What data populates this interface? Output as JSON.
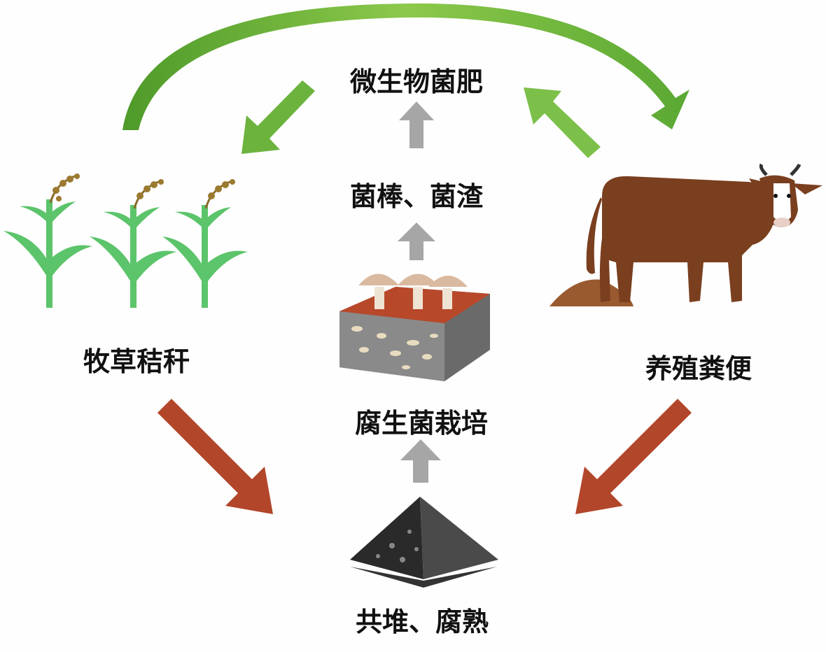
{
  "labels": {
    "fertilizer": "微生物菌肥",
    "spent_substrate": "菌棒、菌渣",
    "straw": "牧草秸秆",
    "cultivation": "腐生菌栽培",
    "manure": "养殖粪便",
    "compost": "共堆、腐熟"
  },
  "colors": {
    "green_arrow": "#6cb33e",
    "gray_arrow": "#a6a6a6",
    "red_arrow": "#b2462a",
    "plant": "#5cc46a",
    "cow": "#7a3f1f"
  }
}
